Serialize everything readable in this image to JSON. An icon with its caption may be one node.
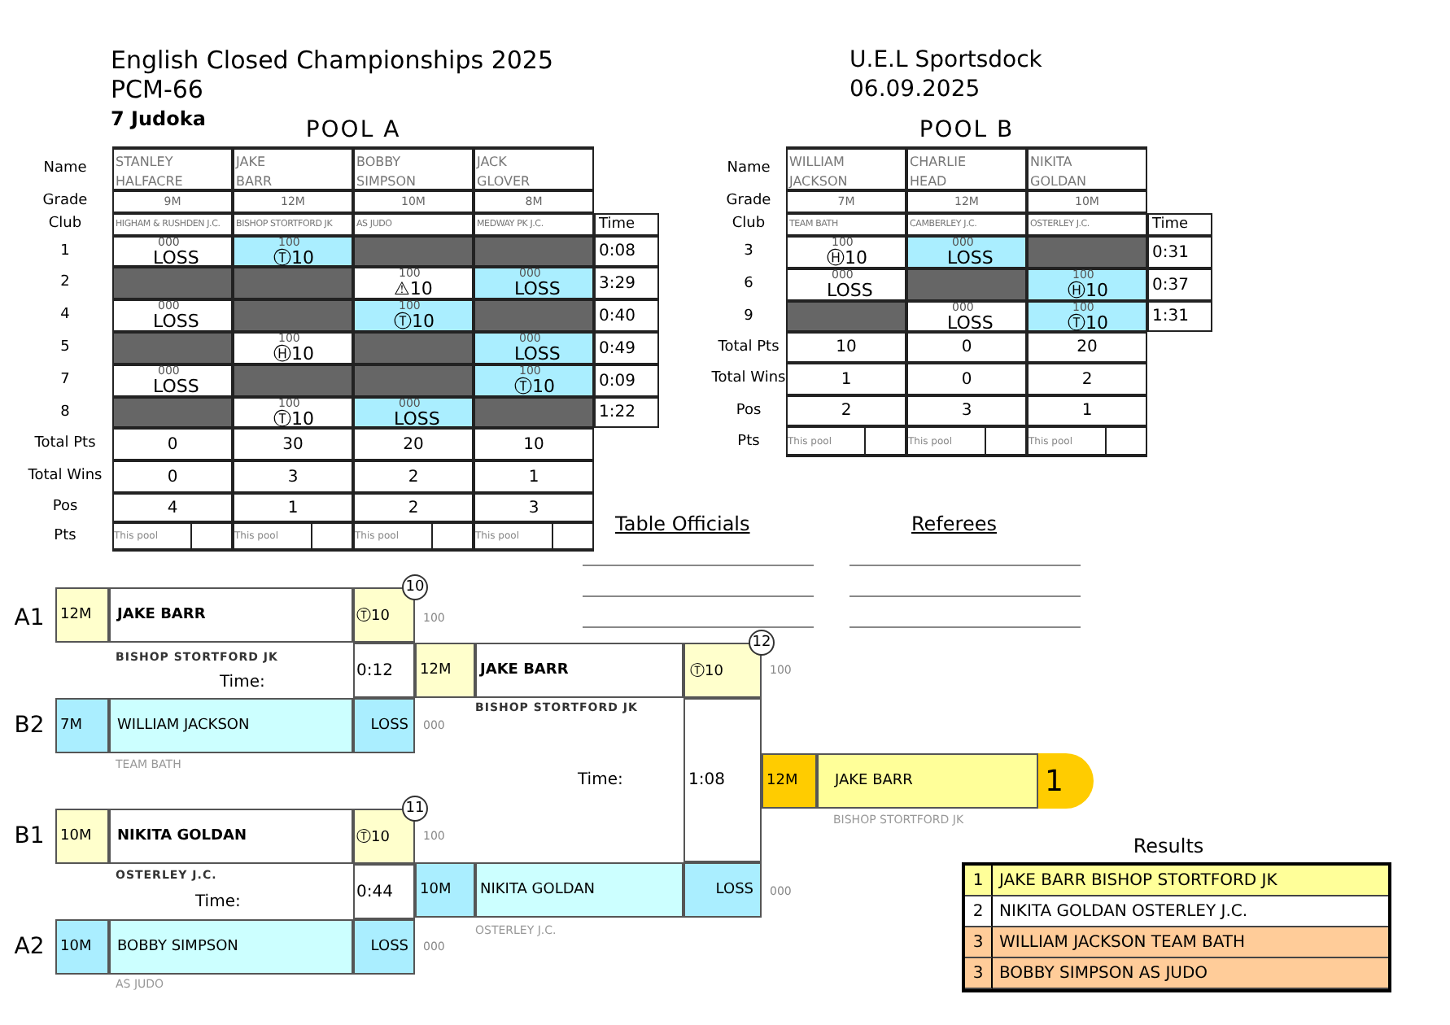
{
  "diagram": {
    "title": "English Closed Championships 2025",
    "labels": [
      "PCM-66",
      "7 Judoka",
      "U.E.L Sportsdock",
      "06.09.2025",
      "POOL A",
      "Name",
      "STANLEY HALFACRE",
      "JAKE BARR",
      "BOBBY SIMPSON",
      "JACK GLOVER",
      "Grade",
      "9M",
      "12M",
      "10M",
      "8M",
      "Club",
      "HIGHAM & RUSHDEN J.C.",
      "BISHOP STORTFORD JK",
      "AS JUDO",
      "MEDWAY PK J.C.",
      "Time",
      "1",
      "000",
      "LOSS",
      "100",
      "Ⓣ10",
      "0:08",
      "2",
      "100",
      "⚠10",
      "000",
      "LOSS",
      "3:29",
      "4",
      "000",
      "LOSS",
      "100",
      "Ⓣ10",
      "0:40",
      "5",
      "100",
      "Ⓗ10",
      "000",
      "LOSS",
      "0:49",
      "7",
      "000",
      "LOSS",
      "100",
      "Ⓣ10",
      "0:09",
      "8",
      "100",
      "Ⓣ10",
      "000",
      "LOSS",
      "1:22",
      "Total Pts",
      "0",
      "30",
      "20",
      "10",
      "Total Wins",
      "0",
      "3",
      "2",
      "1",
      "Pos",
      "4",
      "1",
      "2",
      "3",
      "Pts",
      "This pool",
      "This pool",
      "This pool",
      "This pool",
      "POOL B",
      "Name",
      "WILLIAM JACKSON",
      "CHARLIE HEAD",
      "NIKITA GOLDAN",
      "Grade",
      "7M",
      "12M",
      "10M",
      "Club",
      "TEAM BATH",
      "CAMBERLEY J.C.",
      "OSTERLEY J.C.",
      "Time",
      "3",
      "100",
      "Ⓗ10",
      "000",
      "LOSS",
      "0:31",
      "6",
      "000",
      "LOSS",
      "100",
      "Ⓗ10",
      "0:37",
      "9",
      "000",
      "LOSS",
      "100",
      "Ⓣ10",
      "1:31",
      "Total Pts",
      "10",
      "0",
      "20",
      "Total Wins",
      "1",
      "0",
      "2",
      "Pos",
      "2",
      "3",
      "1",
      "Pts",
      "This pool",
      "This pool",
      "This pool",
      "Table Officials",
      "Referees",
      "10",
      "A1",
      "12M",
      "JAKE BARR",
      "Ⓣ10",
      "100",
      "BISHOP STORTFORD JK",
      "Time:",
      "0:12",
      "B2",
      "7M",
      "WILLIAM JACKSON",
      "LOSS",
      "000",
      "TEAM BATH",
      "12",
      "12M",
      "JAKE BARR",
      "Ⓣ10",
      "100",
      "BISHOP STORTFORD JK",
      "Time:",
      "1:08",
      "10M",
      "NIKITA GOLDAN",
      "LOSS",
      "000",
      "OSTERLEY J.C.",
      "12M",
      "JAKE BARR",
      "1",
      "BISHOP STORTFORD JK",
      "11",
      "B1",
      "10M",
      "NIKITA GOLDAN",
      "Ⓣ10",
      "100",
      "OSTERLEY J.C.",
      "Time:",
      "0:44",
      "A2",
      "10M",
      "BOBBY SIMPSON",
      "LOSS",
      "000",
      "AS JUDO",
      "Results",
      "1",
      "JAKE BARR BISHOP STORTFORD JK",
      "2",
      "NIKITA GOLDAN OSTERLEY J.C.",
      "3",
      "WILLIAM JACKSON TEAM BATH",
      "3",
      "BOBBY SIMPSON AS JUDO"
    ]
  }
}
